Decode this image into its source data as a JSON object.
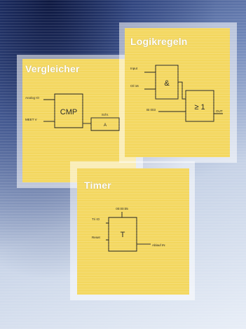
{
  "colors": {
    "board": "#f3d65a",
    "line": "#222222",
    "title": "#ffffff"
  },
  "panels": {
    "vergleicher": {
      "title": "Vergleicher",
      "in1": "Analog IO",
      "in2": "MEET V",
      "block": "CMP",
      "out_label": "Schr.",
      "out_box": "A"
    },
    "logikregeln": {
      "title": "Logikregeln",
      "in1": "Input",
      "in2": "Ctl 16",
      "in3": "IB 003",
      "and_block": "&",
      "or_block": "≥ 1",
      "out": "OUT"
    },
    "timer": {
      "title": "Timer",
      "time": "00:00:05",
      "in1": "Tri IO",
      "in2": "Reset",
      "block": "T",
      "out": "Ablauf IN"
    }
  }
}
